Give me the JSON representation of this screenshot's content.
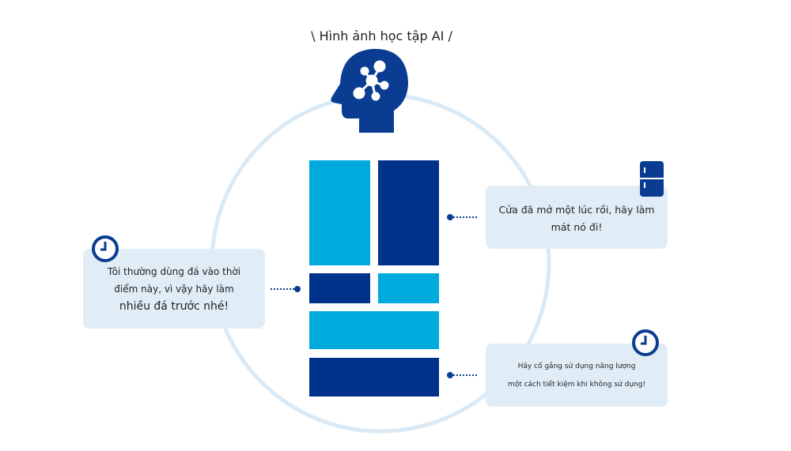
{
  "title": "\\ Hình ảnh học tập AI /",
  "callouts": {
    "left": {
      "line1": "Tôi thường dùng đá vào thời",
      "line2": "điểm này, vì vậy hãy làm",
      "line3": "nhiều đá trước nhé!"
    },
    "top_right": {
      "line1": "Cửa đã mở một lúc rồi, hãy làm",
      "line2": "mát nó đi!"
    },
    "bottom_right": {
      "line1": "Hãy cố gắng sử dụng năng lượng",
      "line2": "một cách tiết kiệm khi không sử dụng!"
    }
  },
  "colors": {
    "dark": "#00328c",
    "light": "#00aadd",
    "ring": "#d9eaf6",
    "box": "#e1edf6"
  }
}
